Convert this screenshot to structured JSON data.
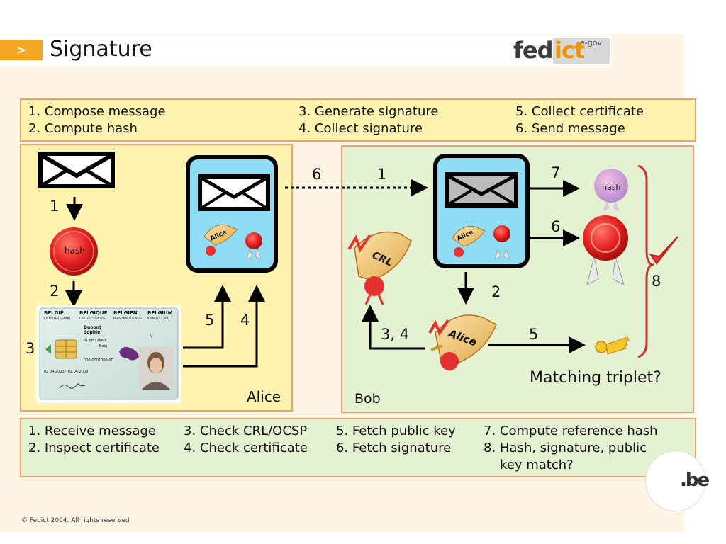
{
  "header": {
    "tab_label": ">",
    "title": "Signature",
    "logo_fed": "fed",
    "logo_ict": "ict",
    "logo_egov": "e-gov"
  },
  "top_steps": {
    "col1": [
      "1. Compose message",
      "2. Compute hash"
    ],
    "col2": [
      "3. Generate signature",
      "4. Collect signature"
    ],
    "col3": [
      "5. Collect certificate",
      "6. Send message"
    ]
  },
  "alice": {
    "name": "Alice",
    "hash_label": "hash",
    "step_labels": {
      "s1": "1",
      "s2": "2",
      "s3": "3",
      "s4": "4",
      "s5": "5"
    },
    "id_card": {
      "countries": [
        "BELGIË",
        "BELGIQUE",
        "BELGIEN",
        "BELGIUM"
      ],
      "card_types": [
        "IDENTITEITSKAART",
        "CARTE D'IDENTITE",
        "PERSONALAUSWEIS",
        "IDENTITY CARD"
      ],
      "surname": "Dupont",
      "given_name": "Sophie",
      "birth": "01 MEI 1960",
      "nationality": "Belg",
      "sex": "V",
      "card_no": "000-0001000-00",
      "validity": "02.04.2003 - 02.04.2008"
    },
    "cert_label": "Alice"
  },
  "transfer": {
    "send_label": "6",
    "receive_label": "1"
  },
  "bob": {
    "name": "Bob",
    "crl_label": "CRL",
    "cert_label": "Alice",
    "hash_label": "hash",
    "step_labels": {
      "s2": "2",
      "s34": "3, 4",
      "s5": "5",
      "s6": "6",
      "s7": "7",
      "s8": "8"
    },
    "question": "Matching triplet?"
  },
  "bottom_steps": {
    "col1": [
      "1. Receive message",
      "2. Inspect certificate"
    ],
    "col2": [
      "3. Check CRL/OCSP",
      "4. Check certificate"
    ],
    "col3": [
      "5. Fetch public key",
      "6. Fetch signature"
    ],
    "col4": [
      "7. Compute reference hash",
      "8. Hash, signature, public",
      "key match?"
    ]
  },
  "footer": {
    "copyright": "© Fedict 2004. All rights reserved",
    "be_logo": ".be"
  },
  "colors": {
    "accent": "#f5a623",
    "border": "#f0a06a",
    "yellow_box": "#fff3b0",
    "green_box": "#e4f2d2",
    "device_blue": "#8fdcf5",
    "seal_red": "#e53030"
  }
}
